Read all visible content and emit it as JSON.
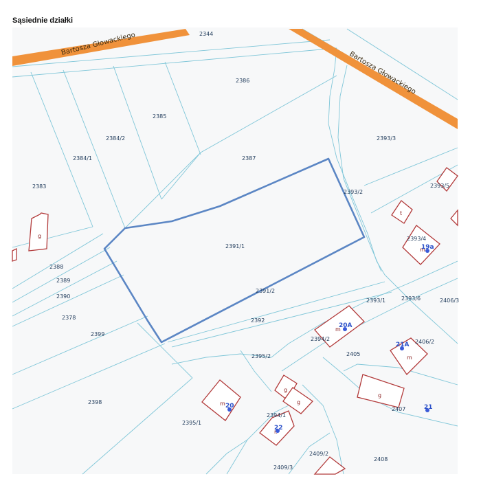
{
  "title": "Sąsiednie działki",
  "colors": {
    "background": "#f7f8f9",
    "road": "#f0923b",
    "parcel_line": "#7fc6d8",
    "selected_parcel": "#5b86c4",
    "building": "#b23a3a",
    "address_point": "#3a5ad8"
  },
  "streets": [
    "Bartosza Głowackiego",
    "Bartosza Głowackiego"
  ],
  "parcels": [
    "2344",
    "2386",
    "2385",
    "2384/2",
    "2384/1",
    "2383",
    "2387",
    "2393/3",
    "2393/5",
    "2393/2",
    "2391/1",
    "2393/4",
    "2388",
    "2389",
    "2390",
    "2378",
    "2391/2",
    "2393/1",
    "2393/6",
    "2406/3",
    "2392",
    "2399",
    "2394/2",
    "2406/2",
    "2405",
    "2395/2",
    "2398",
    "2394/1",
    "2407",
    "2395/1",
    "2409/2",
    "2408",
    "2409/3"
  ],
  "building_labels": [
    "g",
    "t",
    "m",
    "m",
    "m",
    "g",
    "m",
    "g",
    "g",
    "r."
  ],
  "address_points": [
    "19a",
    "20A",
    "21A",
    "20",
    "22",
    "21"
  ],
  "selected_parcel": "2391/1"
}
